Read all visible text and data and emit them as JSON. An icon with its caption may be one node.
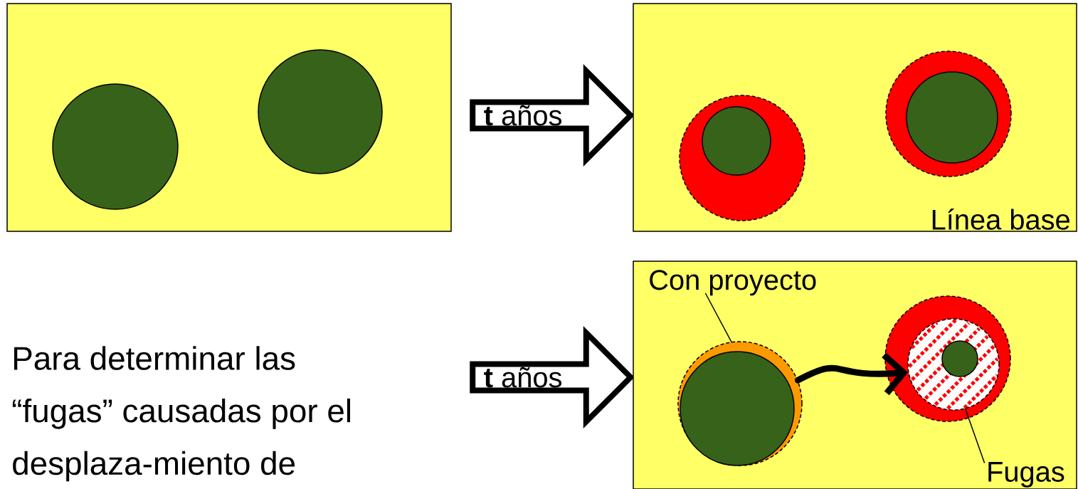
{
  "diagram": {
    "nodes": [
      {
        "text": [],
        "shape": "box"
      },
      {
        "text": [],
        "shape": "circle",
        "in": 0
      },
      {
        "text": [],
        "shape": "circle",
        "in": 0
      },
      {
        "text": [
          "**t** años"
        ]
      },
      {
        "text": [
          "Línea base"
        ]
      },
      {
        "text": [],
        "shape": "circle",
        "in": 4
      },
      {
        "text": [],
        "shape": "circle",
        "in": 5
      },
      {
        "text": [],
        "shape": "circle",
        "in": 4
      },
      {
        "text": [],
        "shape": "circle",
        "in": 7
      },
      {
        "text": [
          "**t** años"
        ]
      },
      {
        "text": [],
        "shape": "box"
      },
      {
        "text": [
          "Con proyecto"
        ],
        "in": 10
      },
      {
        "text": [],
        "shape": "circle",
        "in": 10
      },
      {
        "text": [],
        "shape": "circle",
        "in": 12
      },
      {
        "text": [],
        "shape": "circle",
        "in": 10
      },
      {
        "text": [],
        "shape": "circle",
        "in": 14
      },
      {
        "text": [],
        "shape": "circle",
        "in": 15
      },
      {
        "text": [
          "Fugas"
        ],
        "in": 10
      }
    ],
    "edges": [
      {
        "from": 11,
        "to": 12,
        "arrow": "none"
      },
      {
        "from": 17,
        "to": 15,
        "arrow": "none"
      },
      {
        "from": 12,
        "to": 15,
        "arrow": "to",
        "style": "thick"
      }
    ],
    "labels": [
      "Para determinar las “fugas” causadas por el desplaza-miento de"
    ]
  }
}
